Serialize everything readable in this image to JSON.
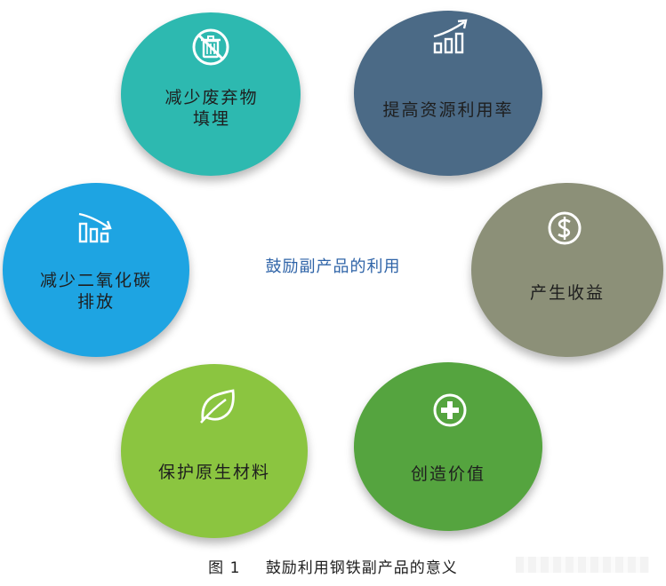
{
  "center_title": "鼓励副产品的利用",
  "caption": {
    "figure": "图 1",
    "title": "鼓励利用钢铁副产品的意义"
  },
  "nodes": [
    {
      "label": "减少废弃物\n填埋",
      "icon": "no-trash-icon",
      "color": "#2db9b0"
    },
    {
      "label": "提高资源利用率",
      "icon": "growth-chart-icon",
      "color": "#4b6a86"
    },
    {
      "label": "减少二氧化碳\n排放",
      "icon": "declining-chart-icon",
      "color": "#1ea4e2"
    },
    {
      "label": "产生收益",
      "icon": "dollar-icon",
      "color": "#8c9078"
    },
    {
      "label": "保护原生材料",
      "icon": "leaf-icon",
      "color": "#8bc540"
    },
    {
      "label": "创造价值",
      "icon": "plus-circle-icon",
      "color": "#55a43f"
    }
  ]
}
